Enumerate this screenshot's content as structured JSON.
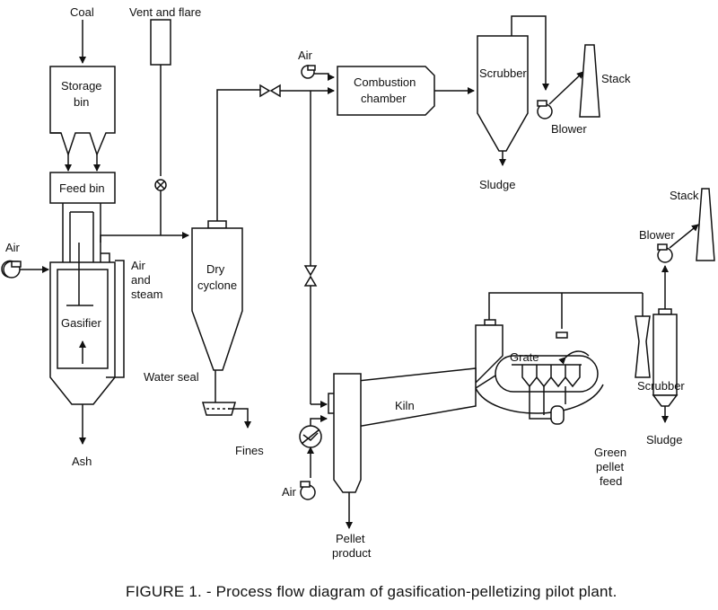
{
  "labels": {
    "coal": "Coal",
    "vent_and_flare": "Vent and flare",
    "storage_line1": "Storage",
    "storage_line2": "bin",
    "feed_bin": "Feed bin",
    "air_left": "Air",
    "air_steam_1": "Air",
    "air_steam_2": "and",
    "air_steam_3": "steam",
    "gasifier": "Gasifier",
    "ash": "Ash",
    "dry": "Dry",
    "cyclone": "cyclone",
    "water_seal": "Water seal",
    "fines": "Fines",
    "air_top": "Air",
    "combustion_1": "Combustion",
    "combustion_2": "chamber",
    "scrubber_top": "Scrubber",
    "sludge_top": "Sludge",
    "stack_top": "Stack",
    "blower_top": "Blower",
    "stack_right": "Stack",
    "blower_right": "Blower",
    "grate": "Grate",
    "kiln": "Kiln",
    "scrubber_right": "Scrubber",
    "sludge_right": "Sludge",
    "green_1": "Green",
    "green_2": "pellet",
    "green_3": "feed",
    "air_bottom": "Air",
    "pellet_1": "Pellet",
    "pellet_2": "product"
  },
  "caption": "FIGURE 1. - Process flow diagram of gasification-pelletizing pilot plant."
}
